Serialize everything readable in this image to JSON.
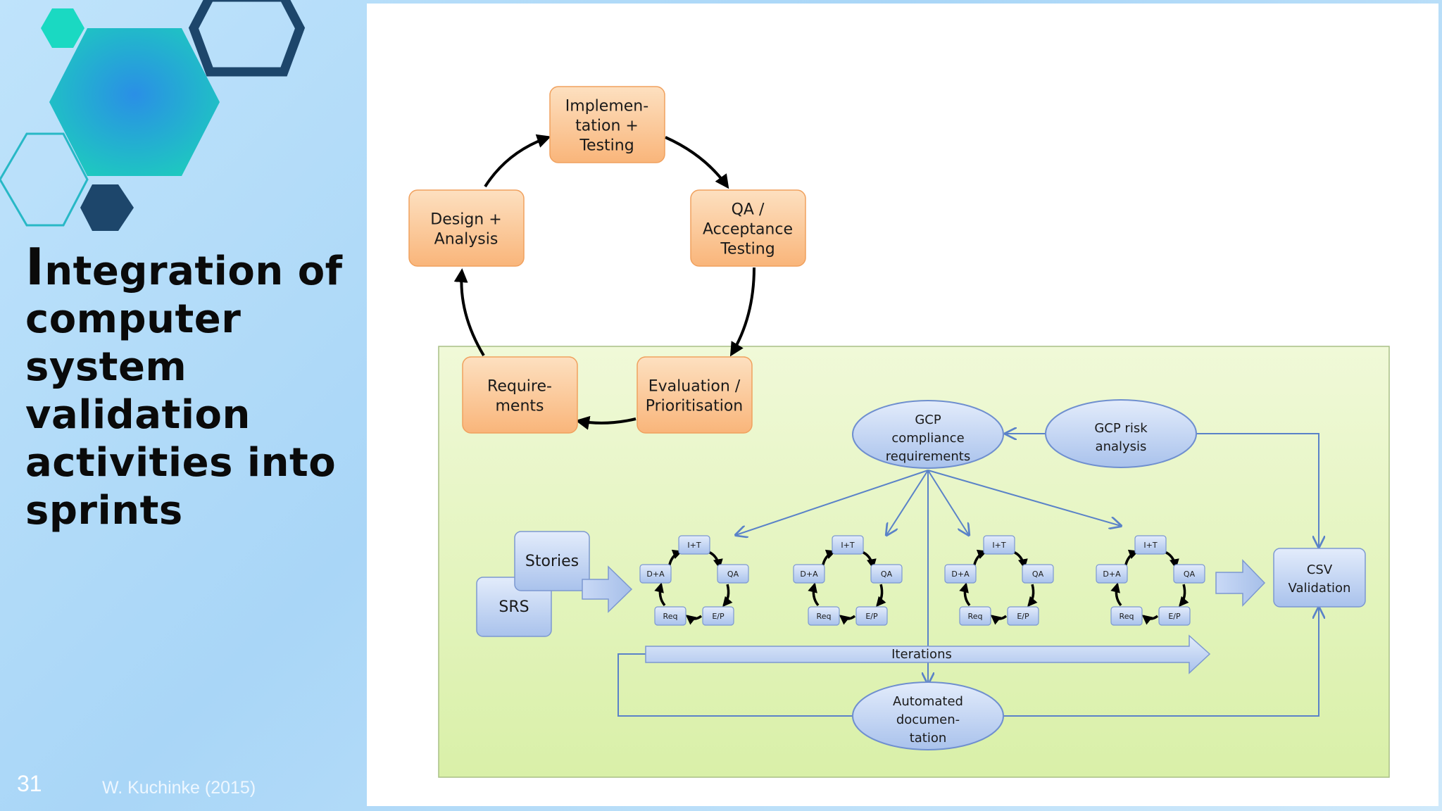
{
  "slide": {
    "title_first_letter": "I",
    "title_rest": "ntegration of computer system validation activities into sprints",
    "number": "31",
    "credit": "W. Kuchinke (2015)"
  },
  "colors": {
    "background": "#b6dcf8",
    "green_panel": "#e6f4c2",
    "orange_box": "#fbc896",
    "blue_box": "#c5d7f5",
    "hex_teal": "#1ec6c0",
    "hex_navy": "#1d466b"
  },
  "diagram": {
    "cycle": {
      "implementation": "Implemen-\ntation +\nTesting",
      "qa": "QA /\nAcceptance\nTesting",
      "evaluation": "Evaluation /\nPrioritisation",
      "requirements": "Require-\nments",
      "design": "Design +\nAnalysis"
    },
    "gcp_compliance": "GCP\ncompliance\nrequirements",
    "gcp_risk": "GCP risk\nanalysis",
    "stories": "Stories",
    "srs": "SRS",
    "csv_validation": "CSV\nValidation",
    "iterations": "Iterations",
    "automated_doc": "Automated\ndocumen-\ntation",
    "mini_cycle": {
      "it": "I+T",
      "qa": "QA",
      "ep": "E/P",
      "req": "Req",
      "da": "D+A"
    }
  }
}
